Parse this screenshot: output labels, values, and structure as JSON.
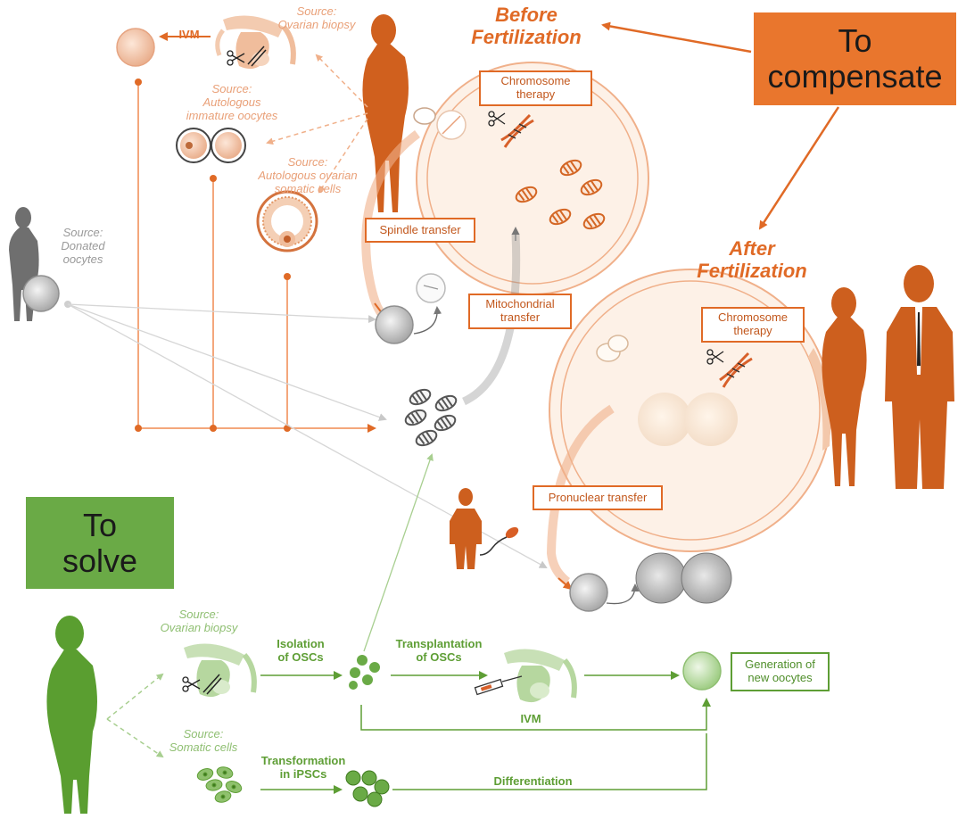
{
  "headlines": {
    "before_line1": "Before",
    "before_line2": "Fertilization",
    "after_line1": "After",
    "after_line2": "Fertilization"
  },
  "banners": {
    "compensate_line1": "To",
    "compensate_line2": "compensate",
    "solve_line1": "To",
    "solve_line2": "solve"
  },
  "compensate_sources": {
    "ivm": "IVM",
    "ovarian_biopsy": [
      "Source:",
      "Ovarian biopsy"
    ],
    "immature_oocytes": [
      "Source:",
      "Autologous",
      "immature oocytes"
    ],
    "somatic_cells": [
      "Source:",
      "Autologous ovarian",
      "somatic cells"
    ],
    "donated_oocytes": [
      "Source:",
      "Donated",
      "oocytes"
    ]
  },
  "techniques": {
    "chromosome_therapy_before": [
      "Chromosome",
      "therapy"
    ],
    "spindle_transfer": "Spindle transfer",
    "mitochondrial_transfer": [
      "Mitochondrial",
      "transfer"
    ],
    "chromosome_therapy_after": [
      "Chromosome",
      "therapy"
    ],
    "pronuclear_transfer": "Pronuclear transfer"
  },
  "solve_flow": {
    "source_biopsy": [
      "Source:",
      "Ovarian biopsy"
    ],
    "source_somatic": [
      "Source:",
      "Somatic cells"
    ],
    "isolation": [
      "Isolation",
      "of OSCs"
    ],
    "transplantation": [
      "Transplantation",
      "of OSCs"
    ],
    "ivm": "IVM",
    "transformation": [
      "Transformation",
      "in iPSCs"
    ],
    "differentiation": "Differentiation",
    "generation": [
      "Generation of",
      "new oocytes"
    ]
  },
  "colors": {
    "orange": "#e06a26",
    "orange_light": "#f0b08a",
    "orange_fill": "#fdf1e7",
    "green": "#5e9e35",
    "green_light": "#a8cf90",
    "gray": "#9a9a9a",
    "banner_orange": "#e9762d",
    "banner_green": "#6aaa46"
  }
}
